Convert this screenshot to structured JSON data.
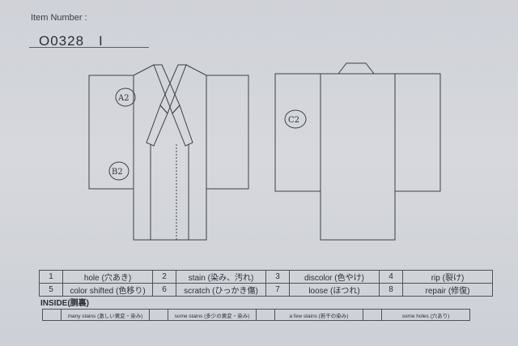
{
  "header": {
    "item_label": "Item Number :",
    "item_number": "O0328　I"
  },
  "diagram": {
    "front_marks": [
      "A2",
      "B2"
    ],
    "back_marks": [
      "C2"
    ]
  },
  "legend": {
    "rows": [
      [
        {
          "num": "1",
          "label": "hole (穴あき)"
        },
        {
          "num": "2",
          "label": "stain (染み、汚れ)"
        },
        {
          "num": "3",
          "label": "discolor (色やけ)"
        },
        {
          "num": "4",
          "label": "rip (裂け)"
        }
      ],
      [
        {
          "num": "5",
          "label": "color shifted (色移り)"
        },
        {
          "num": "6",
          "label": "scratch (ひっかき傷)"
        },
        {
          "num": "7",
          "label": "loose (ほつれ)"
        },
        {
          "num": "8",
          "label": "repair (修復)"
        }
      ]
    ]
  },
  "inside": {
    "label": "INSIDE(胴裏)",
    "items": [
      "many stains (激しい黄変・染み)",
      "some stains (多少の黄変・染み)",
      "a few stains (若干の染み)",
      "some holes (穴あり)"
    ]
  }
}
